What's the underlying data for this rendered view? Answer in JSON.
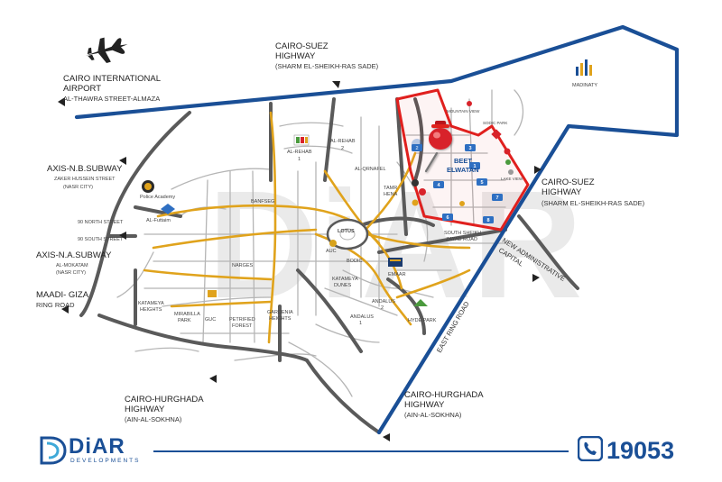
{
  "labels": {
    "airport_line1": "CAIRO INTERNATIONAL",
    "airport_line2": "AIRPORT",
    "airport_street": "AL-THAWRA STREET-ALMAZA",
    "cairo_suez_top_1": "CAIRO-SUEZ",
    "cairo_suez_top_2": "HIGHWAY",
    "cairo_suez_top_3": "(SHARM EL-SHEIKH-RAS SADE)",
    "axis_nb_1": "AXIS-N.B.SUBWAY",
    "axis_nb_2": "ZAKER HUSSEIN STREET",
    "axis_nb_3": "(NASR CITY)",
    "street_90_north": "90 NORTH STREET",
    "street_90_south": "90 SOUTH STREET",
    "axis_na_1": "AXIS-N.A.SUBWAY",
    "axis_na_2": "AL-MOKATAM",
    "axis_na_3": "(NASR CITY)",
    "maadi_1": "MAADI- GIZA",
    "maadi_2": "RING ROAD",
    "cairo_suez_right_1": "CAIRO-SUEZ",
    "cairo_suez_right_2": "HIGHWAY",
    "cairo_suez_right_3": "(SHARM EL-SHEIKH-RAS SADE)",
    "new_admin_1": "NEW ADMINISTRATIVE",
    "new_admin_2": "CAPITAL",
    "east_ring": "EAST RING ROAD",
    "hurghada_left_1": "CAIRO-HURGHADA",
    "hurghada_left_2": "HIGHWAY",
    "hurghada_left_3": "(AIN-AL-SOKHNA)",
    "hurghada_right_1": "CAIRO-HURGHADA",
    "hurghada_right_2": "HIGHWAY",
    "hurghada_right_3": "(AIN-AL-SOKHNA)",
    "madinaty": "MADINATY",
    "al_rehab_1_a": "AL-REHAB",
    "al_rehab_1_b": "1",
    "al_rehab_2_a": "AL-REHAB",
    "al_rehab_2_b": "2",
    "al_qrnafel": "AL-QRNAFEL",
    "tamr_1": "TAMR",
    "tamr_2": "HENA",
    "police_academy": "Police Academy",
    "al_futtaim": "AL-Futtaim",
    "banfseg": "BANFSEG",
    "lotus": "LOTUS",
    "narges": "NARGES",
    "auc": "AUC",
    "bodic": "BODIC",
    "emaar": "EMAAR",
    "katameya_dunes_1": "KATAMEYA",
    "katameya_dunes_2": "DUNES",
    "andalus_2_a": "ANDALUS",
    "andalus_2_b": "2",
    "andalus_1_a": "ANDALUS",
    "andalus_1_b": "1",
    "katameya_heights_1": "KATAMEYA",
    "katameya_heights_2": "HEIGHTS",
    "mirabilla_1": "MIRABILLA",
    "mirabilla_2": "PARK",
    "guc": "GUC",
    "petrified_1": "PETRIFIED",
    "petrified_2": "FOREST",
    "gardenia_1": "GARDENIA",
    "gardenia_2": "HEIGHTS",
    "hyde_park": "HYDE PARK",
    "south_sheikh_1": "SOUTH SHEIKH",
    "south_sheikh_2": "ZAYAD ROAD",
    "beet_1": "BEET",
    "beet_2": "ELWATAN",
    "mountain_view": "MOUNTAIN VIEW",
    "sodic_park": "SODIC PARK",
    "lake_view": "LAKE VIEW",
    "hotline": "19053"
  },
  "brand": {
    "name": "DiAR",
    "sub": "DEVELOPMENTS"
  },
  "plot_numbers": [
    "1",
    "2",
    "3",
    "4",
    "5",
    "6",
    "7",
    "8"
  ],
  "colors": {
    "highway_blue": "#1a4f96",
    "road_gray": "#5a5a5a",
    "main_road_orange": "#e0a31c",
    "compound_red": "#e0201e",
    "pin_red": "#d8232a"
  },
  "icons": [
    "airplane-icon",
    "location-pin-icon",
    "phone-icon",
    "arrow-icon"
  ]
}
